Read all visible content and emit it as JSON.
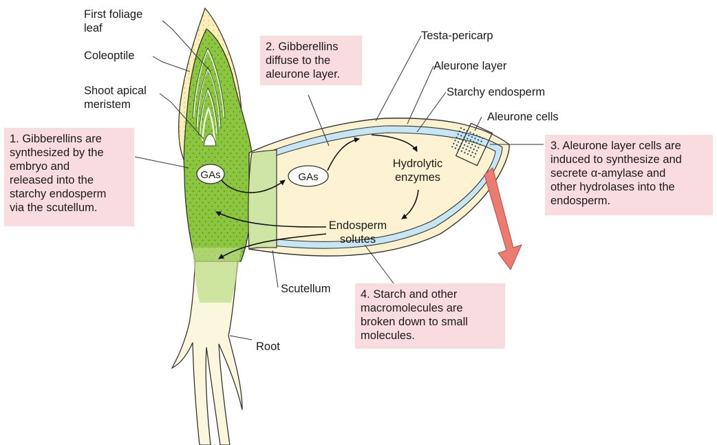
{
  "labels": {
    "first_foliage_leaf": "First foliage\nleaf",
    "coleoptile": "Coleoptile",
    "shoot_apical_meristem": "Shoot apical\nmeristem",
    "testa_pericarp": "Testa-pericarp",
    "aleurone_layer": "Aleurone layer",
    "starchy_endosperm": "Starchy endosperm",
    "aleurone_cells": "Aleurone cells",
    "scutellum": "Scutellum",
    "root": "Root",
    "gas_left": "GAs",
    "gas_right": "GAs",
    "hydrolytic_enzymes": "Hydrolytic\nenzymes",
    "endosperm_solutes": "Endosperm\nsolutes"
  },
  "steps": {
    "step1": "1. Gibberellins are\nsynthesized by the\nembryo and\nreleased into the\nstarchy endosperm\nvia the scutellum.",
    "step2": "2. Gibberellins\ndiffuse to the\naleurone layer.",
    "step3": "3. Aleurone layer cells are\ninduced to synthesize and\nsecrete α-amylase and\nother hydrolases into the\nendosperm.",
    "step4": "4. Starch and other\nmacromolecules are\nbroken down to small\nmolecules."
  },
  "colors": {
    "shoot_green": "#8cc63f",
    "dark_green": "#5aa02c",
    "scutellum_green": "#cfe5a6",
    "endosperm_cream": "#fdf3d2",
    "aleurone_blue": "#c6e6f4",
    "callout_pink": "#f9dcdf",
    "red_arrow": "#ec7c72"
  }
}
